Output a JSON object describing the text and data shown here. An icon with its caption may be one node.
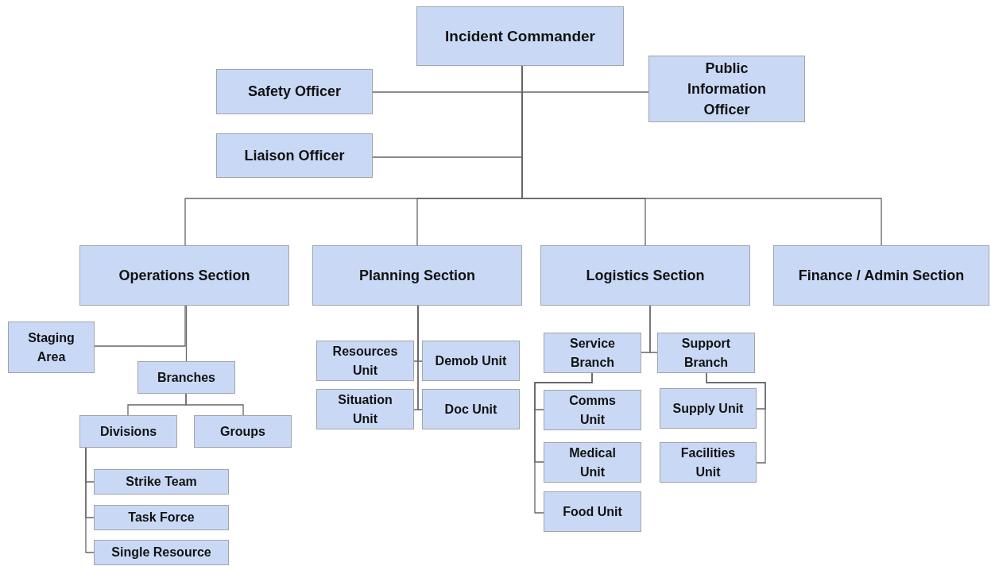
{
  "diagram": {
    "nodes": [
      {
        "text": [
          "Incident Commander"
        ]
      },
      {
        "text": [
          "Safety Officer"
        ]
      },
      {
        "text": [
          "Public Information Officer"
        ]
      },
      {
        "text": [
          "Liaison Officer"
        ]
      },
      {
        "text": [
          "Operations Section"
        ]
      },
      {
        "text": [
          "Planning Section"
        ]
      },
      {
        "text": [
          "Logistics Section"
        ]
      },
      {
        "text": [
          "Finance / Admin Section"
        ]
      },
      {
        "text": [
          "Staging Area"
        ]
      },
      {
        "text": [
          "Branches"
        ]
      },
      {
        "text": [
          "Divisions"
        ]
      },
      {
        "text": [
          "Groups"
        ]
      },
      {
        "text": [
          "Strike Team"
        ]
      },
      {
        "text": [
          "Task Force"
        ]
      },
      {
        "text": [
          "Single Resource"
        ]
      },
      {
        "text": [
          "Resources Unit"
        ]
      },
      {
        "text": [
          "Demob Unit"
        ]
      },
      {
        "text": [
          "Situation Unit"
        ]
      },
      {
        "text": [
          "Doc Unit"
        ]
      },
      {
        "text": [
          "Service Branch"
        ]
      },
      {
        "text": [
          "Support Branch"
        ]
      },
      {
        "text": [
          "Comms Unit"
        ]
      },
      {
        "text": [
          "Medical Unit"
        ]
      },
      {
        "text": [
          "Food Unit"
        ]
      },
      {
        "text": [
          "Supply Unit"
        ]
      },
      {
        "text": [
          "Facilities Unit"
        ]
      }
    ],
    "edges": [
      {
        "from": 0,
        "to": 1,
        "arrow": "none"
      },
      {
        "from": 0,
        "to": 2,
        "arrow": "none"
      },
      {
        "from": 0,
        "to": 3,
        "arrow": "none"
      },
      {
        "from": 0,
        "to": 4,
        "arrow": "none"
      },
      {
        "from": 0,
        "to": 5,
        "arrow": "none"
      },
      {
        "from": 0,
        "to": 6,
        "arrow": "none"
      },
      {
        "from": 0,
        "to": 7,
        "arrow": "none"
      },
      {
        "from": 4,
        "to": 8,
        "arrow": "none"
      },
      {
        "from": 4,
        "to": 9,
        "arrow": "none"
      },
      {
        "from": 9,
        "to": 10,
        "arrow": "none"
      },
      {
        "from": 9,
        "to": 11,
        "arrow": "none"
      },
      {
        "from": 10,
        "to": 12,
        "arrow": "none"
      },
      {
        "from": 10,
        "to": 13,
        "arrow": "none"
      },
      {
        "from": 10,
        "to": 14,
        "arrow": "none"
      },
      {
        "from": 5,
        "to": 15,
        "arrow": "none"
      },
      {
        "from": 5,
        "to": 16,
        "arrow": "none"
      },
      {
        "from": 5,
        "to": 17,
        "arrow": "none"
      },
      {
        "from": 5,
        "to": 18,
        "arrow": "none"
      },
      {
        "from": 6,
        "to": 19,
        "arrow": "none"
      },
      {
        "from": 6,
        "to": 20,
        "arrow": "none"
      },
      {
        "from": 19,
        "to": 21,
        "arrow": "none"
      },
      {
        "from": 19,
        "to": 22,
        "arrow": "none"
      },
      {
        "from": 19,
        "to": 23,
        "arrow": "none"
      },
      {
        "from": 20,
        "to": 24,
        "arrow": "none"
      },
      {
        "from": 20,
        "to": 25,
        "arrow": "none"
      }
    ]
  }
}
